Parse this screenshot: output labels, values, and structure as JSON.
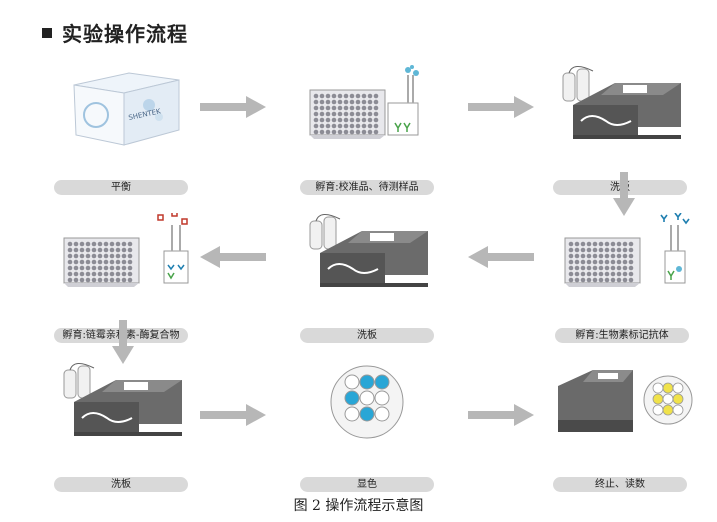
{
  "section": {
    "title": "实验操作流程"
  },
  "steps": [
    {
      "label": "平衡",
      "icon": "kit-box-icon"
    },
    {
      "label": "孵育:校准品、待测样品",
      "icon": "microplate-icon"
    },
    {
      "label": "洗板",
      "icon": "plate-washer-icon"
    },
    {
      "label": "孵育:生物素标记抗体",
      "icon": "microplate-icon"
    },
    {
      "label": "洗板",
      "icon": "plate-washer-icon"
    },
    {
      "label": "孵育:链霉亲和素-酶复合物",
      "icon": "microplate-icon"
    },
    {
      "label": "洗板",
      "icon": "plate-washer-icon"
    },
    {
      "label": "显色",
      "icon": "color-wells-icon"
    },
    {
      "label": "终止、读数",
      "icon": "plate-reader-icon"
    }
  ],
  "box": {
    "brand": "SHENTEK"
  },
  "caption": "图 2  操作流程示意图",
  "colors": {
    "arrow": "#b7b7b7",
    "pill": "#d9d9d9",
    "blue_well": "#29a6d6",
    "yellow_well": "#f0e24a"
  }
}
